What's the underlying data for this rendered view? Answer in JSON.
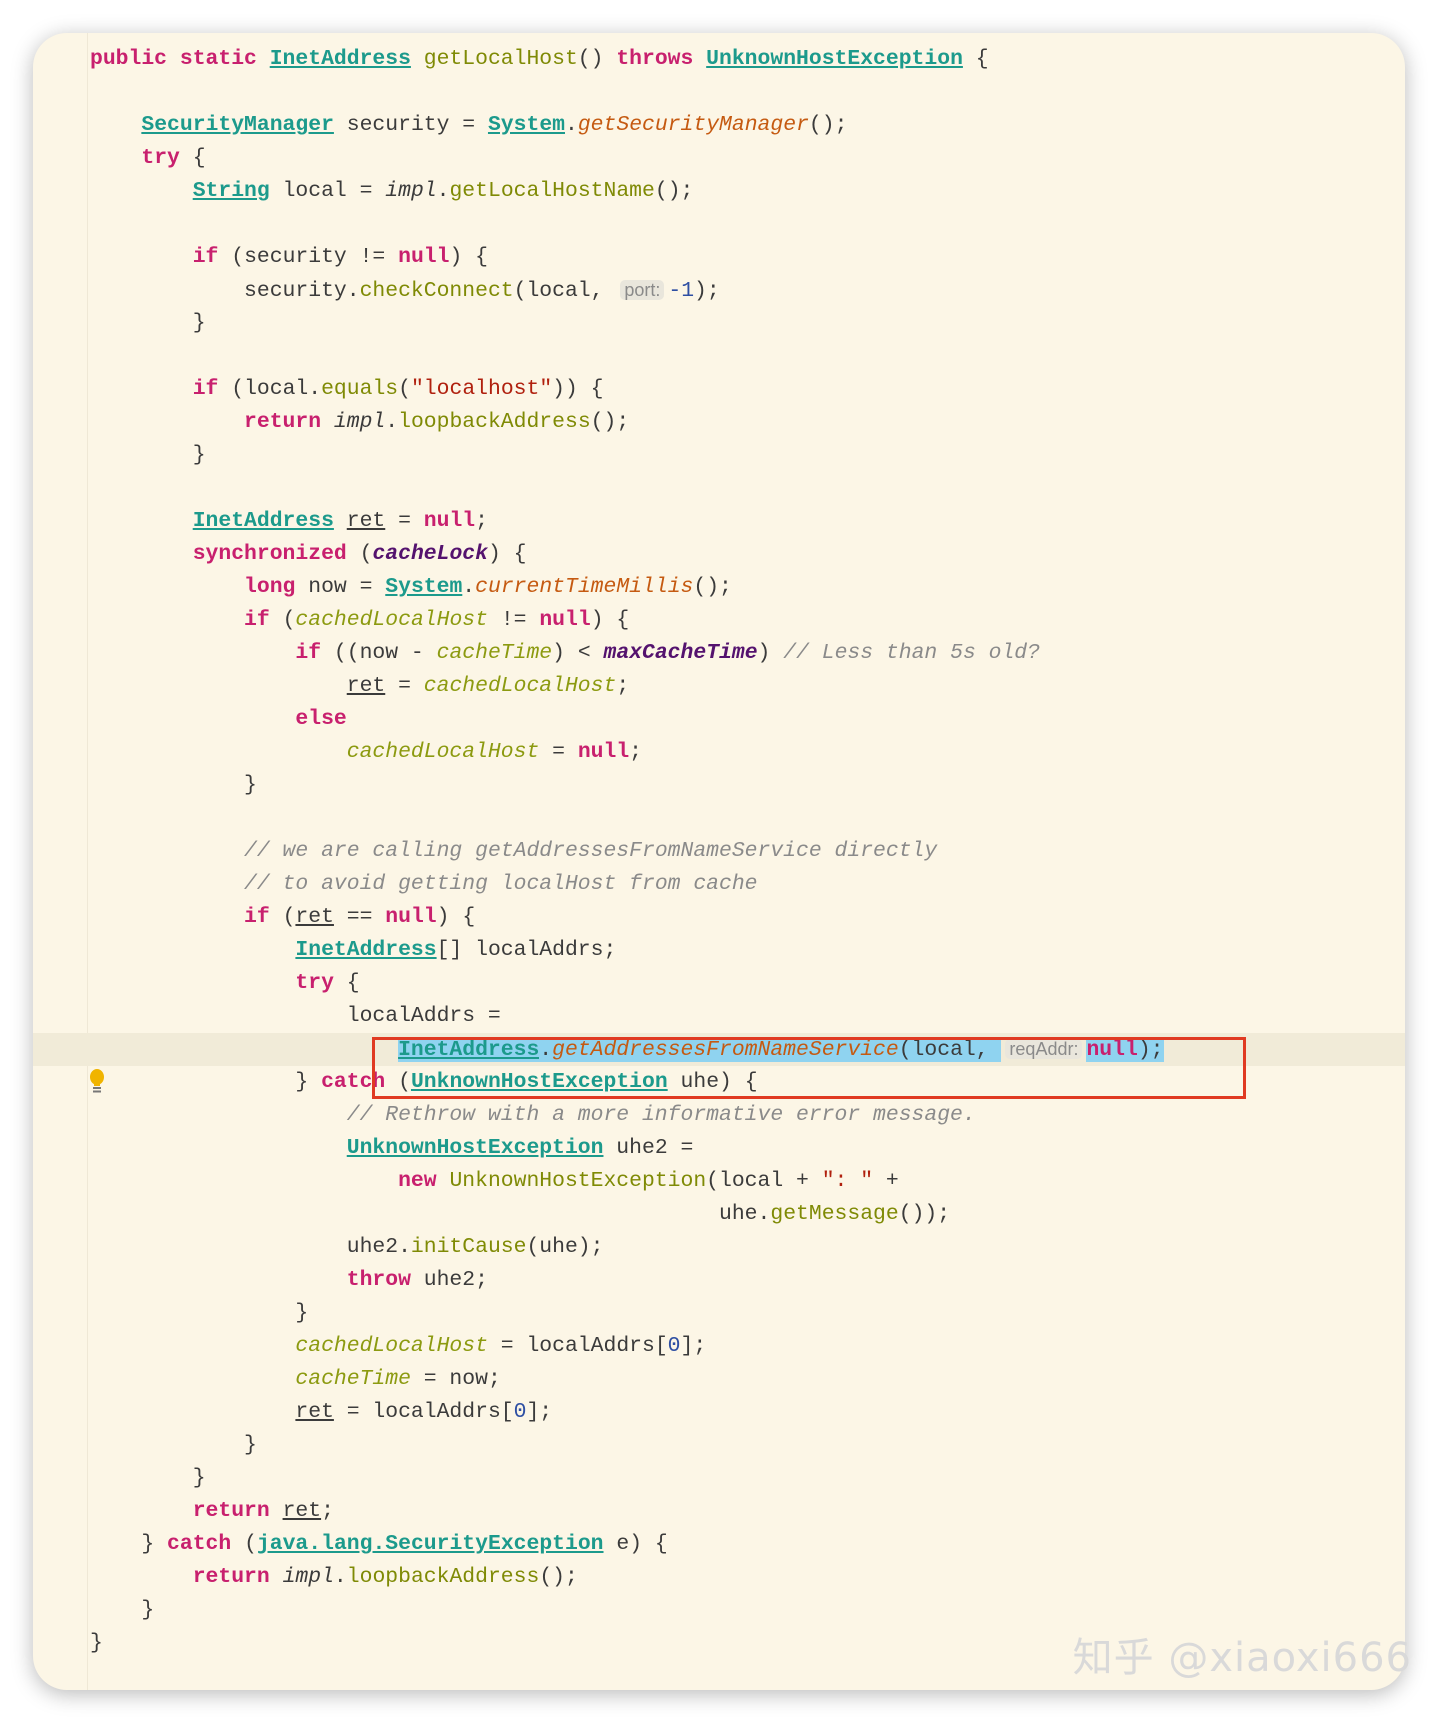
{
  "editor": {
    "highlighted_line": 30,
    "selected_from_token": 0,
    "lines": [
      {
        "indent": 0,
        "tokens": [
          [
            "k",
            "public static "
          ],
          [
            "t",
            "InetAddress"
          ],
          [
            "m",
            " getLocalHost"
          ],
          [
            "p",
            "() "
          ],
          [
            "k",
            "throws "
          ],
          [
            "t",
            "UnknownHostException"
          ],
          [
            "p",
            " {"
          ]
        ]
      },
      {
        "indent": 0,
        "tokens": []
      },
      {
        "indent": 1,
        "tokens": [
          [
            "t",
            "SecurityManager"
          ],
          [
            "p",
            " security = "
          ],
          [
            "t",
            "System"
          ],
          [
            "p",
            "."
          ],
          [
            "s",
            "getSecurityManager"
          ],
          [
            "p",
            "();"
          ]
        ]
      },
      {
        "indent": 1,
        "tokens": [
          [
            "k",
            "try"
          ],
          [
            "p",
            " {"
          ]
        ]
      },
      {
        "indent": 2,
        "tokens": [
          [
            "t",
            "String"
          ],
          [
            "p",
            " local = "
          ],
          [
            "i",
            "impl"
          ],
          [
            "p",
            "."
          ],
          [
            "m",
            "getLocalHostName"
          ],
          [
            "p",
            "();"
          ]
        ]
      },
      {
        "indent": 0,
        "tokens": []
      },
      {
        "indent": 2,
        "tokens": [
          [
            "k",
            "if"
          ],
          [
            "p",
            " (security != "
          ],
          [
            "k",
            "null"
          ],
          [
            "p",
            ") {"
          ]
        ]
      },
      {
        "indent": 3,
        "tokens": [
          [
            "p",
            "security."
          ],
          [
            "m",
            "checkConnect"
          ],
          [
            "p",
            "(local, "
          ],
          [
            "h",
            "port:"
          ],
          [
            "n",
            "-1"
          ],
          [
            "p",
            ");"
          ]
        ]
      },
      {
        "indent": 2,
        "tokens": [
          [
            "p",
            "}"
          ]
        ]
      },
      {
        "indent": 0,
        "tokens": []
      },
      {
        "indent": 2,
        "tokens": [
          [
            "k",
            "if"
          ],
          [
            "p",
            " (local."
          ],
          [
            "m",
            "equals"
          ],
          [
            "p",
            "("
          ],
          [
            "str",
            "\"localhost\""
          ],
          [
            "p",
            ")) {"
          ]
        ]
      },
      {
        "indent": 3,
        "tokens": [
          [
            "k",
            "return "
          ],
          [
            "i",
            "impl"
          ],
          [
            "p",
            "."
          ],
          [
            "m",
            "loopbackAddress"
          ],
          [
            "p",
            "();"
          ]
        ]
      },
      {
        "indent": 2,
        "tokens": [
          [
            "p",
            "}"
          ]
        ]
      },
      {
        "indent": 0,
        "tokens": []
      },
      {
        "indent": 2,
        "tokens": [
          [
            "t",
            "InetAddress"
          ],
          [
            "p",
            " "
          ],
          [
            "u",
            "ret"
          ],
          [
            "p",
            " = "
          ],
          [
            "k",
            "null"
          ],
          [
            "p",
            ";"
          ]
        ]
      },
      {
        "indent": 2,
        "tokens": [
          [
            "k",
            "synchronized"
          ],
          [
            "p",
            " ("
          ],
          [
            "fb",
            "cacheLock"
          ],
          [
            "p",
            ") {"
          ]
        ]
      },
      {
        "indent": 3,
        "tokens": [
          [
            "k",
            "long"
          ],
          [
            "p",
            " now = "
          ],
          [
            "t",
            "System"
          ],
          [
            "p",
            "."
          ],
          [
            "s",
            "currentTimeMillis"
          ],
          [
            "p",
            "();"
          ]
        ]
      },
      {
        "indent": 3,
        "tokens": [
          [
            "k",
            "if"
          ],
          [
            "p",
            " ("
          ],
          [
            "f",
            "cachedLocalHost"
          ],
          [
            "p",
            " != "
          ],
          [
            "k",
            "null"
          ],
          [
            "p",
            ") {"
          ]
        ]
      },
      {
        "indent": 4,
        "tokens": [
          [
            "k",
            "if"
          ],
          [
            "p",
            " ((now - "
          ],
          [
            "f",
            "cacheTime"
          ],
          [
            "p",
            ") < "
          ],
          [
            "fb",
            "maxCacheTime"
          ],
          [
            "p",
            ") "
          ],
          [
            "c",
            "// Less than 5s old?"
          ]
        ]
      },
      {
        "indent": 5,
        "tokens": [
          [
            "u",
            "ret"
          ],
          [
            "p",
            " = "
          ],
          [
            "f",
            "cachedLocalHost"
          ],
          [
            "p",
            ";"
          ]
        ]
      },
      {
        "indent": 4,
        "tokens": [
          [
            "k",
            "else"
          ]
        ]
      },
      {
        "indent": 5,
        "tokens": [
          [
            "f",
            "cachedLocalHost"
          ],
          [
            "p",
            " = "
          ],
          [
            "k",
            "null"
          ],
          [
            "p",
            ";"
          ]
        ]
      },
      {
        "indent": 3,
        "tokens": [
          [
            "p",
            "}"
          ]
        ]
      },
      {
        "indent": 0,
        "tokens": []
      },
      {
        "indent": 3,
        "tokens": [
          [
            "c",
            "// we are calling getAddressesFromNameService directly"
          ]
        ]
      },
      {
        "indent": 3,
        "tokens": [
          [
            "c",
            "// to avoid getting localHost from cache"
          ]
        ]
      },
      {
        "indent": 3,
        "tokens": [
          [
            "k",
            "if"
          ],
          [
            "p",
            " ("
          ],
          [
            "u",
            "ret"
          ],
          [
            "p",
            " == "
          ],
          [
            "k",
            "null"
          ],
          [
            "p",
            ") {"
          ]
        ]
      },
      {
        "indent": 4,
        "tokens": [
          [
            "t",
            "InetAddress"
          ],
          [
            "p",
            "[] localAddrs;"
          ]
        ]
      },
      {
        "indent": 4,
        "tokens": [
          [
            "k",
            "try"
          ],
          [
            "p",
            " {"
          ]
        ]
      },
      {
        "indent": 5,
        "tokens": [
          [
            "p",
            "localAddrs ="
          ]
        ]
      },
      {
        "indent": 6,
        "tokens": [
          [
            "t",
            "InetAddress"
          ],
          [
            "p",
            "."
          ],
          [
            "s",
            "getAddressesFromNameService"
          ],
          [
            "p",
            "(local, "
          ],
          [
            "h",
            "reqAddr:"
          ],
          [
            "k",
            "null"
          ],
          [
            "p",
            ");"
          ]
        ]
      },
      {
        "indent": 4,
        "tokens": [
          [
            "p",
            "} "
          ],
          [
            "k",
            "catch"
          ],
          [
            "p",
            " ("
          ],
          [
            "t",
            "UnknownHostException"
          ],
          [
            "p",
            " uhe) {"
          ]
        ]
      },
      {
        "indent": 5,
        "tokens": [
          [
            "c",
            "// Rethrow with a more informative error message."
          ]
        ]
      },
      {
        "indent": 5,
        "tokens": [
          [
            "t",
            "UnknownHostException"
          ],
          [
            "p",
            " uhe2 ="
          ]
        ]
      },
      {
        "indent": 6,
        "tokens": [
          [
            "k",
            "new "
          ],
          [
            "m",
            "UnknownHostException"
          ],
          [
            "p",
            "(local + "
          ],
          [
            "str",
            "\": \""
          ],
          [
            "p",
            " +"
          ]
        ]
      },
      {
        "indent": 0,
        "pad": 49,
        "tokens": [
          [
            "p",
            "uhe."
          ],
          [
            "m",
            "getMessage"
          ],
          [
            "p",
            "());"
          ]
        ]
      },
      {
        "indent": 5,
        "tokens": [
          [
            "p",
            "uhe2."
          ],
          [
            "m",
            "initCause"
          ],
          [
            "p",
            "(uhe);"
          ]
        ]
      },
      {
        "indent": 5,
        "tokens": [
          [
            "k",
            "throw"
          ],
          [
            "p",
            " uhe2;"
          ]
        ]
      },
      {
        "indent": 4,
        "tokens": [
          [
            "p",
            "}"
          ]
        ]
      },
      {
        "indent": 4,
        "tokens": [
          [
            "f",
            "cachedLocalHost"
          ],
          [
            "p",
            " = localAddrs["
          ],
          [
            "n",
            "0"
          ],
          [
            "p",
            "];"
          ]
        ]
      },
      {
        "indent": 4,
        "tokens": [
          [
            "f",
            "cacheTime"
          ],
          [
            "p",
            " = now;"
          ]
        ]
      },
      {
        "indent": 4,
        "tokens": [
          [
            "u",
            "ret"
          ],
          [
            "p",
            " = localAddrs["
          ],
          [
            "n",
            "0"
          ],
          [
            "p",
            "];"
          ]
        ]
      },
      {
        "indent": 3,
        "tokens": [
          [
            "p",
            "}"
          ]
        ]
      },
      {
        "indent": 2,
        "tokens": [
          [
            "p",
            "}"
          ]
        ]
      },
      {
        "indent": 2,
        "tokens": [
          [
            "k",
            "return "
          ],
          [
            "u",
            "ret"
          ],
          [
            "p",
            ";"
          ]
        ]
      },
      {
        "indent": 1,
        "tokens": [
          [
            "p",
            "} "
          ],
          [
            "k",
            "catch"
          ],
          [
            "p",
            " ("
          ],
          [
            "t",
            "java.lang.SecurityException"
          ],
          [
            "p",
            " e) {"
          ]
        ]
      },
      {
        "indent": 2,
        "tokens": [
          [
            "k",
            "return "
          ],
          [
            "i",
            "impl"
          ],
          [
            "p",
            "."
          ],
          [
            "m",
            "loopbackAddress"
          ],
          [
            "p",
            "();"
          ]
        ]
      },
      {
        "indent": 1,
        "tokens": [
          [
            "p",
            "}"
          ]
        ]
      },
      {
        "indent": 0,
        "tokens": [
          [
            "p",
            "}"
          ]
        ]
      }
    ]
  },
  "icons": {
    "gutter": "lightbulb-icon"
  },
  "colors": {
    "highlight_box": "#e03a22",
    "selection": "#8fd3f0",
    "background": "#fcf6e6"
  },
  "watermark": "知乎 @xiaoxi666"
}
